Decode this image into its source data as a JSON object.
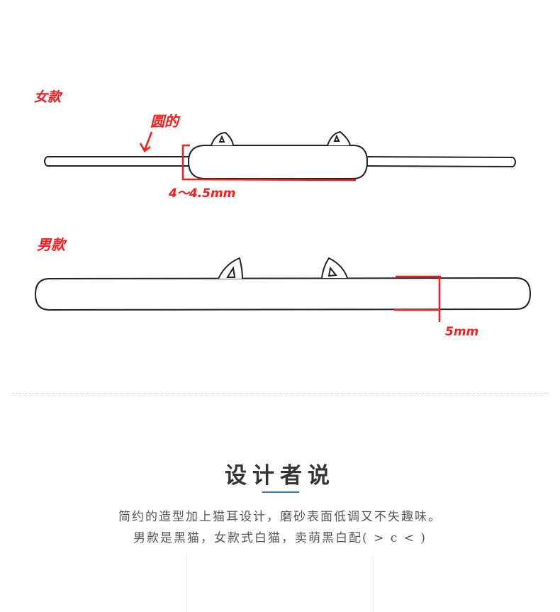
{
  "sketch": {
    "female_label": "女款",
    "round_label": "圆的",
    "female_size": "4～4.5mm",
    "male_label": "男款",
    "male_size": "5mm"
  },
  "designer": {
    "title": "设计者说",
    "line1": "简约的造型加上猫耳设计，磨砂表面低调又不失趣味。",
    "line2": "男款是黑猫，女款式白猫，卖萌黑白配( > c < )"
  },
  "colors": {
    "annotation": "#ff1a1a",
    "outline": "#222222",
    "accent": "#2f7ad0",
    "text": "#555555"
  }
}
